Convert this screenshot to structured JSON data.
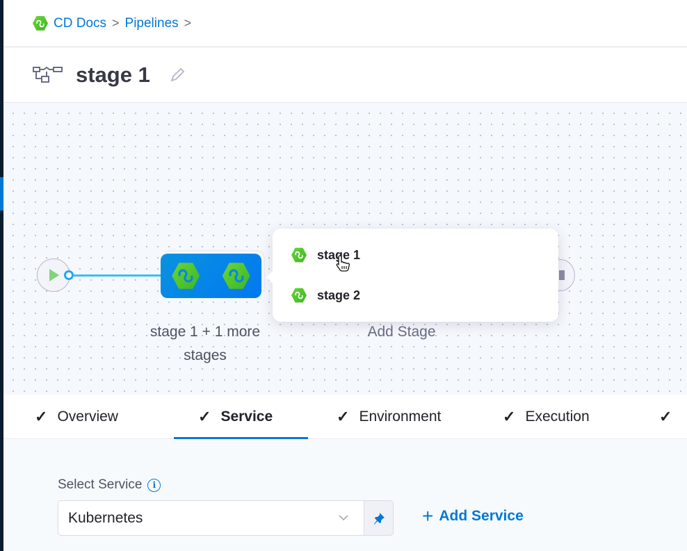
{
  "breadcrumb": {
    "items": [
      "CD Docs",
      "Pipelines"
    ],
    "separator": ">"
  },
  "header": {
    "title": "stage 1",
    "icon": "pipeline-flow-icon",
    "edit_icon": "pencil-icon"
  },
  "canvas": {
    "stage_group_label": "stage 1 + 1 more stages",
    "add_stage_label": "Add Stage",
    "popover_items": [
      {
        "label": "stage 1",
        "icon": "cd-stage-icon"
      },
      {
        "label": "stage 2",
        "icon": "cd-stage-icon"
      }
    ]
  },
  "tabs": [
    {
      "label": "Overview",
      "done": true
    },
    {
      "label": "Service",
      "done": true,
      "active": true
    },
    {
      "label": "Environment",
      "done": true
    },
    {
      "label": "Execution",
      "done": true
    },
    {
      "label": "",
      "done": true
    }
  ],
  "service": {
    "label": "Select Service",
    "info_icon": "i",
    "value": "Kubernetes",
    "add_label": "Add Service",
    "add_icon": "+",
    "pin_icon": "📌"
  },
  "colors": {
    "accent": "#0278d5",
    "stage_green": "#4cc42b",
    "sidebar": "#0b1c2f"
  }
}
